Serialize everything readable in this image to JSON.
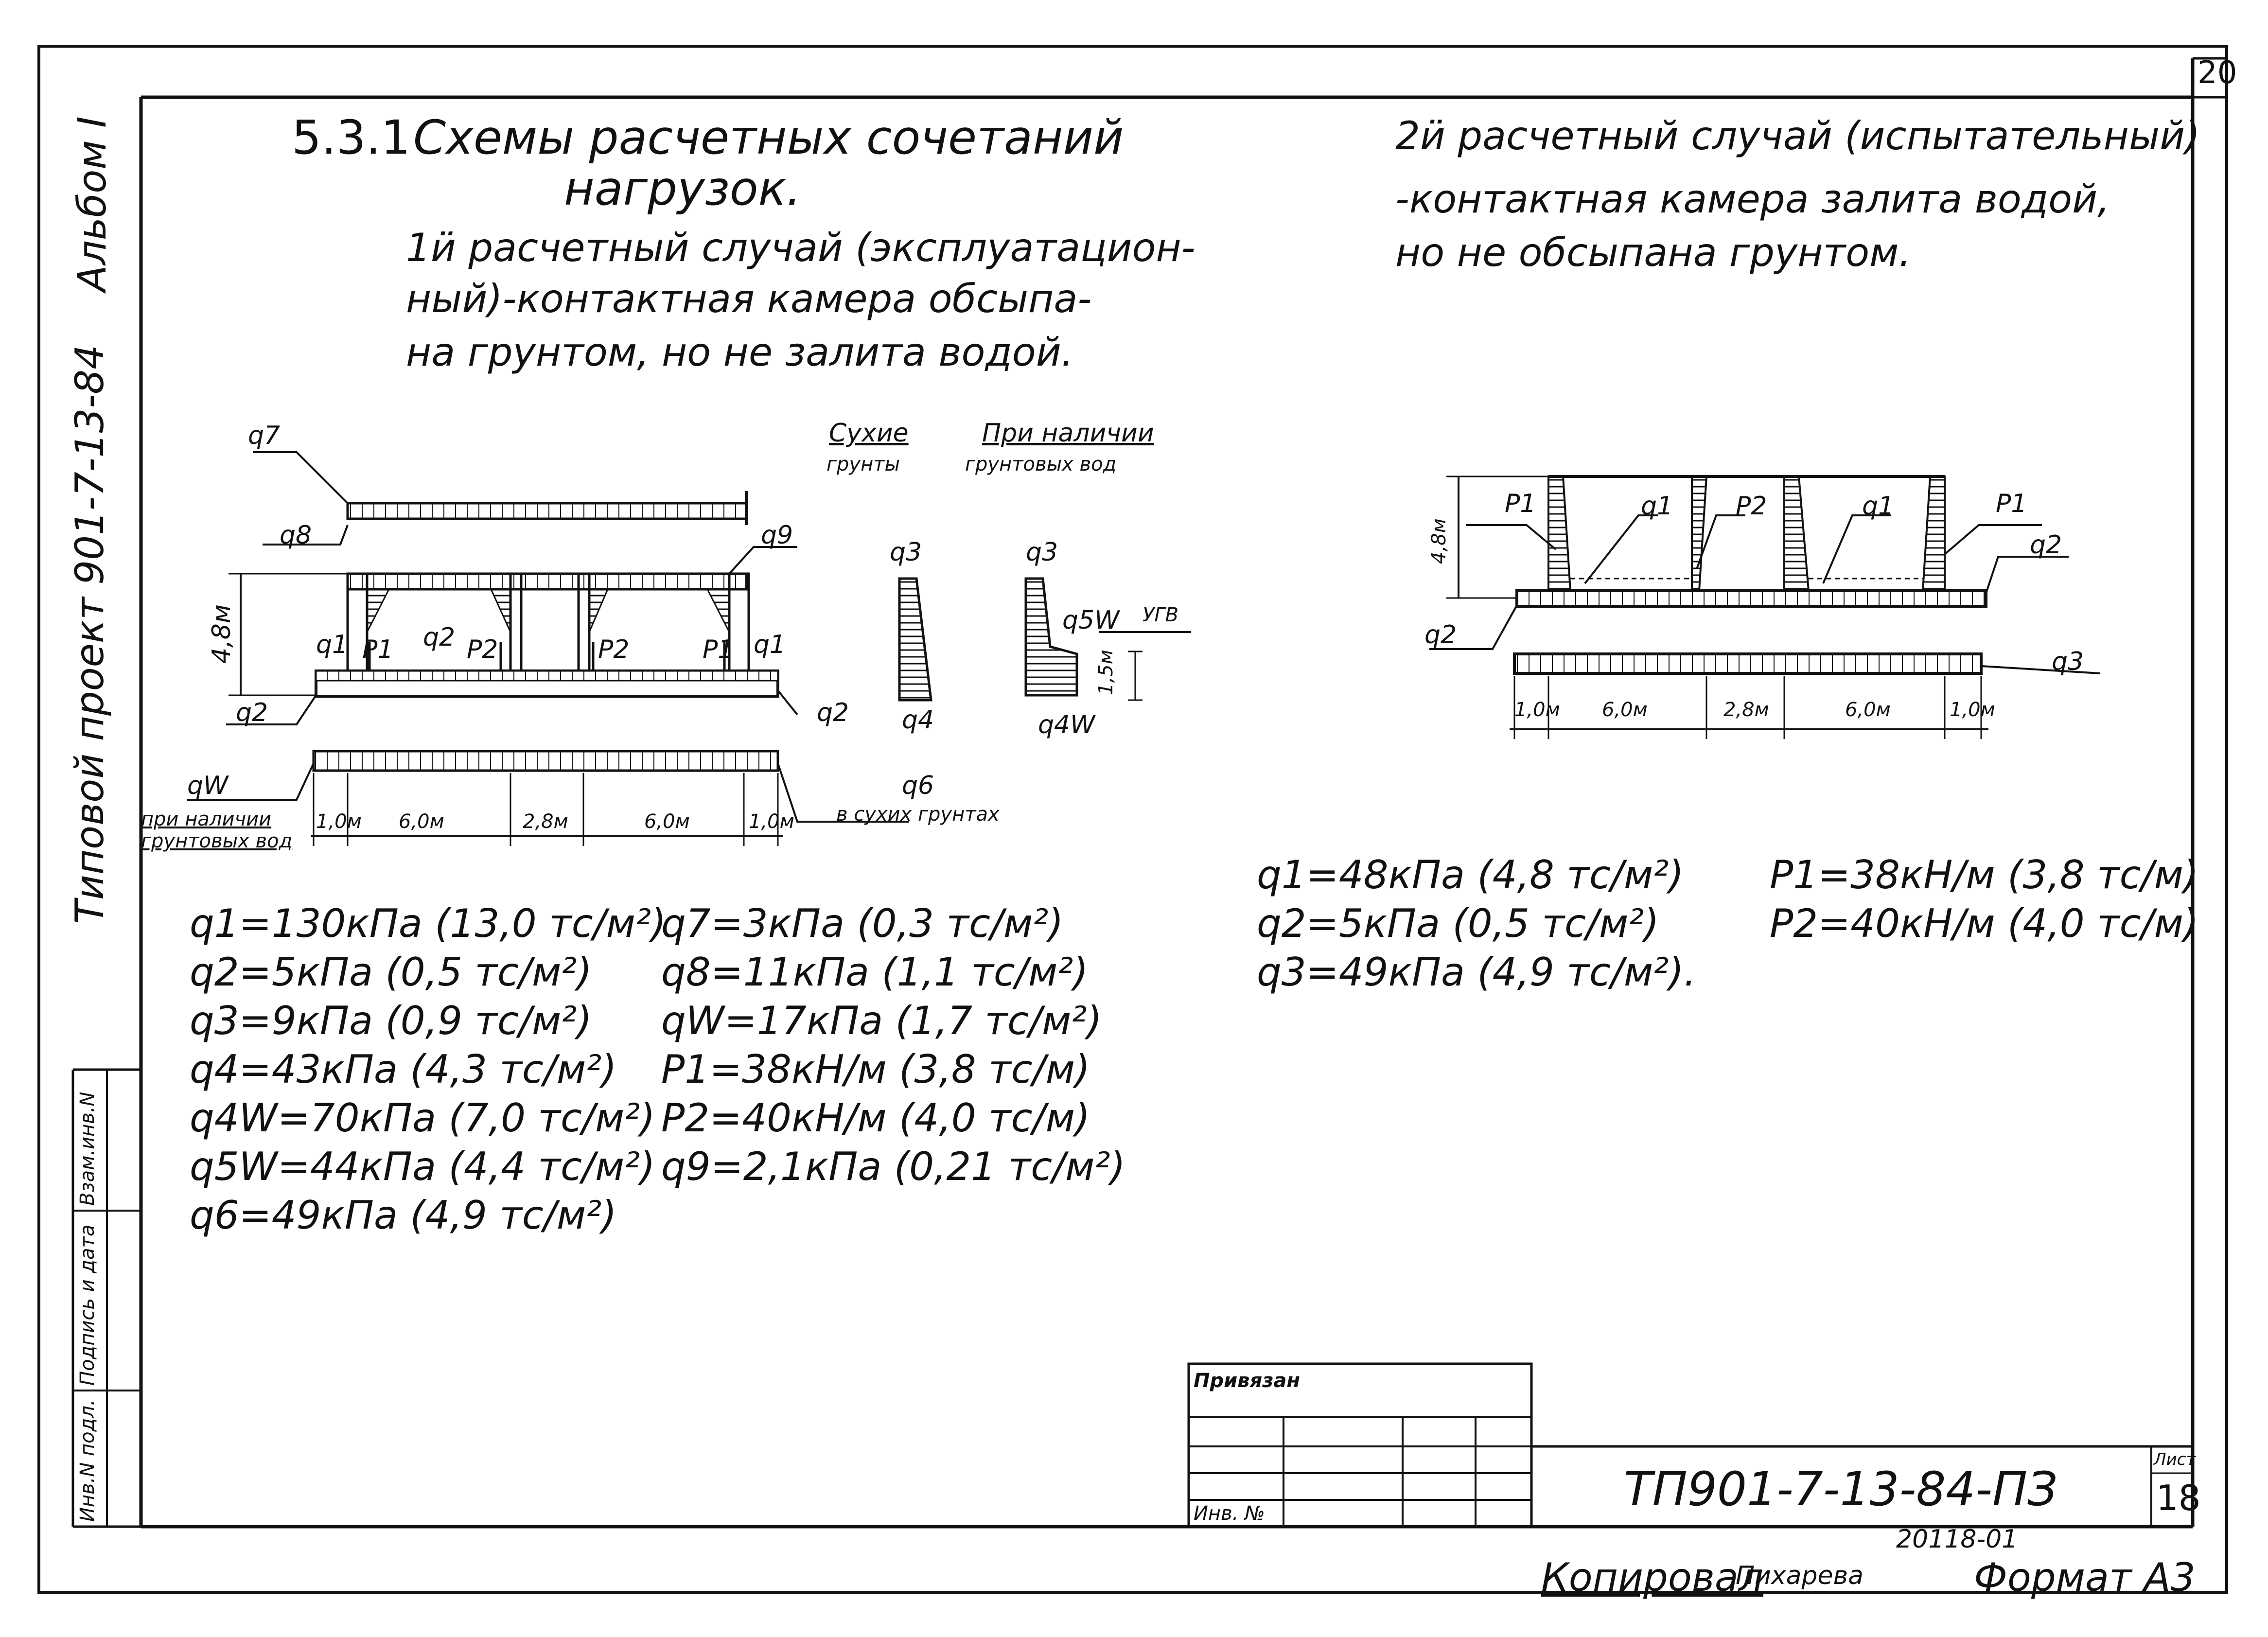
{
  "sheet": {
    "page_number": "20",
    "sheet_label": "Лист",
    "sheet_number": "18",
    "doc_code": "ТП901-7-13-84-ПЗ",
    "inventory_code": "20118-01",
    "copied_by": "Копировал",
    "copier_name": "Пихарева",
    "format": "Формат А3",
    "bound": "Привязан",
    "inv_no": "Инв. №"
  },
  "side_stamp": {
    "album": "Альбом I",
    "project": "Типовой проект 901-7-13-84",
    "col1": "Инв.N подл.",
    "col2": "Подпись и дата",
    "col3": "Взам.инв.N"
  },
  "left": {
    "heading_num": "5.3.1",
    "heading_1": "Схемы расчетных сочетаний",
    "heading_2": "нагрузок.",
    "case1_1": "1ӥ расчетный случай (эксплуатацион-",
    "case1_2": "ный)-контактная камера обсыпа-",
    "case1_3": "на грунтом, но не залита водой.",
    "dry_1": "Сухие",
    "dry_2": "грунты",
    "wet_1": "При наличии",
    "wet_2": "грунтовых вод",
    "labels": {
      "q7": "q7",
      "q8": "q8",
      "q9": "q9",
      "q1": "q1",
      "q2": "q2",
      "p1": "P1",
      "p2": "P2",
      "q3": "q3",
      "q4": "q4",
      "q5w": "q5W",
      "q4w": "q4W",
      "ugv": "УГВ",
      "h15": "1,5м",
      "h48": "4,8м",
      "qw": "qW",
      "qw_note1": "при наличии",
      "qw_note2": "грунтовых вод",
      "q6": "q6",
      "q6_note": "в сухих грунтах"
    },
    "dims": [
      "1,0м",
      "6,0м",
      "2,8м",
      "6,0м",
      "1,0м"
    ],
    "loads_col1": [
      "q1=130кПа (13,0 тс/м²)",
      "q2=5кПа (0,5 тс/м²)",
      "q3=9кПа (0,9 тс/м²)",
      "q4=43кПа (4,3 тс/м²)",
      "q4W=70кПа (7,0 тс/м²)",
      "q5W=44кПа (4,4 тс/м²)",
      "q6=49кПа (4,9 тс/м²)"
    ],
    "loads_col2": [
      "q7=3кПа (0,3 тс/м²)",
      "q8=11кПа (1,1 тс/м²)",
      "qW=17кПа (1,7 тс/м²)",
      "P1=38кН/м (3,8 тс/м)",
      "P2=40кН/м (4,0 тс/м)",
      "q9=2,1кПа (0,21 тс/м²)"
    ]
  },
  "right": {
    "case2_1": "2ӥ расчетный случай (испытательный)",
    "case2_2": "-контактная камера залита водой,",
    "case2_3": "но не обсыпана грунтом.",
    "labels": {
      "p1": "P1",
      "p2": "P2",
      "q1": "q1",
      "q2": "q2",
      "q3": "q3",
      "h48": "4,8м"
    },
    "dims": [
      "1,0м",
      "6,0м",
      "2,8м",
      "6,0м",
      "1,0м"
    ],
    "loads_col1": [
      "q1=48кПа (4,8 тс/м²)",
      "q2=5кПа (0,5 тс/м²)",
      "q3=49кПа (4,9 тс/м²)."
    ],
    "loads_col2": [
      "P1=38кН/м (3,8 тс/м)",
      "P2=40кН/м (4,0 тс/м)"
    ]
  }
}
